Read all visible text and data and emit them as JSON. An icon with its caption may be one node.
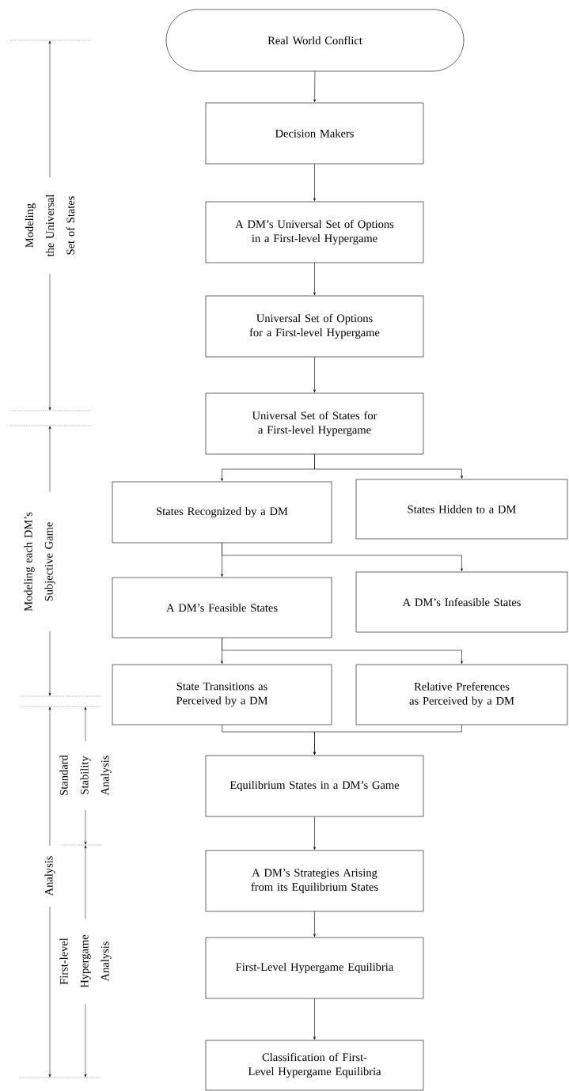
{
  "diagram": {
    "nodes": [
      {
        "text": [
          "Real World Conflict"
        ]
      },
      {
        "text": [
          "Decision Makers"
        ]
      },
      {
        "text": [
          "A DM’s Universal Set of Options in a First-level Hypergame"
        ]
      },
      {
        "text": [
          "Universal Set of Options for a First-level Hypergame"
        ]
      },
      {
        "text": [
          "Universal Set of States for a First-level Hypergame"
        ]
      },
      {
        "text": [
          "States Recognized by a DM"
        ]
      },
      {
        "text": [
          "States Hidden to a DM"
        ]
      },
      {
        "text": [
          "A DM’s Feasible States"
        ]
      },
      {
        "text": [
          "A DM’s Infeasible States"
        ]
      },
      {
        "text": [
          "State Transitions as Perceived by a DM"
        ]
      },
      {
        "text": [
          "Relative Preferences as Perceived by a DM"
        ]
      },
      {
        "text": [
          "Equilibrium States in a DM’s Game"
        ]
      },
      {
        "text": [
          "A DM’s Strategies Arising from its Equilibrium States"
        ]
      },
      {
        "text": [
          "First-Level Hypergame Equilibria"
        ]
      },
      {
        "text": [
          "Classification of First-Level Hypergame Equilibria"
        ]
      }
    ],
    "edges": [
      {
        "from": 0,
        "to": 1,
        "arrow": "to"
      },
      {
        "from": 1,
        "to": 2,
        "arrow": "to"
      },
      {
        "from": 2,
        "to": 3,
        "arrow": "to"
      },
      {
        "from": 3,
        "to": 4,
        "arrow": "to"
      },
      {
        "from": 4,
        "to": 5,
        "arrow": "to"
      },
      {
        "from": 4,
        "to": 6,
        "arrow": "to"
      },
      {
        "from": 5,
        "to": 7,
        "arrow": "to"
      },
      {
        "from": 5,
        "to": 8,
        "arrow": "to"
      },
      {
        "from": 7,
        "to": 9,
        "arrow": "to"
      },
      {
        "from": 7,
        "to": 10,
        "arrow": "to"
      },
      {
        "from": 9,
        "to": 11,
        "arrow": "to"
      },
      {
        "from": 10,
        "to": 11,
        "arrow": "to"
      },
      {
        "from": 11,
        "to": 12,
        "arrow": "to"
      },
      {
        "from": 12,
        "to": 13,
        "arrow": "to"
      },
      {
        "from": 13,
        "to": 14,
        "arrow": "to"
      }
    ],
    "labels": [
      "Modeling the Universal Set of States",
      "Modeling each DM’s Subjective Game",
      "Analysis",
      "Standard Stability Analysis",
      "First-level Hypergame Analysis"
    ]
  }
}
